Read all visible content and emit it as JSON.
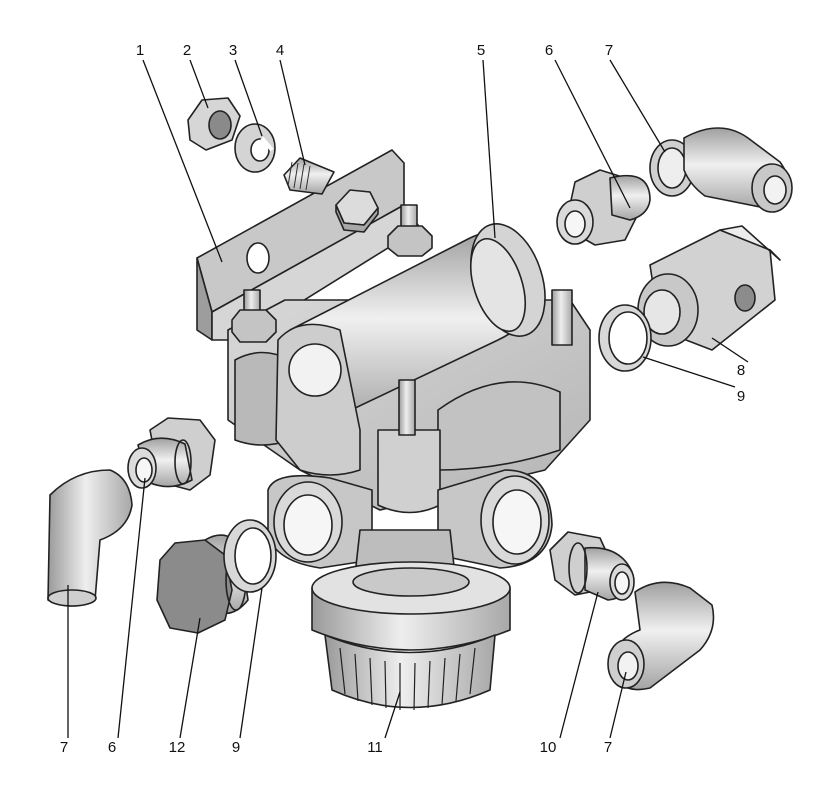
{
  "callouts": [
    {
      "text": "1"
    },
    {
      "text": "2"
    },
    {
      "text": "3"
    },
    {
      "text": "4"
    },
    {
      "text": "5"
    },
    {
      "text": "6"
    },
    {
      "text": "7"
    },
    {
      "text": "8"
    },
    {
      "text": "9"
    },
    {
      "text": "7"
    },
    {
      "text": "6"
    },
    {
      "text": "12"
    },
    {
      "text": "9"
    },
    {
      "text": "11"
    },
    {
      "text": "10"
    },
    {
      "text": "7"
    }
  ],
  "colors": {
    "body": "#cfcfcf",
    "light": "#e6e6e6",
    "dark": "#8e8e8e",
    "outline": "#222222"
  }
}
